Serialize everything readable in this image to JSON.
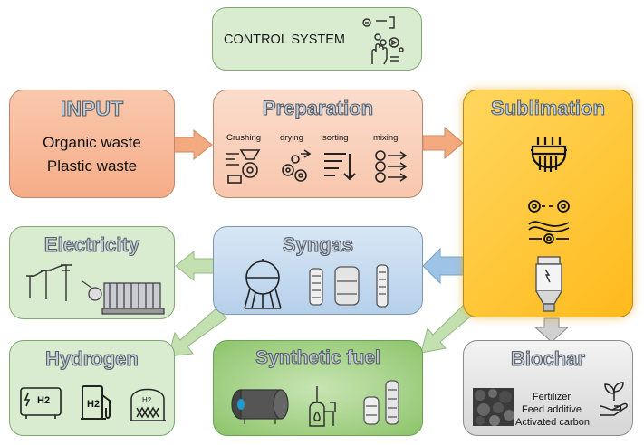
{
  "control": {
    "title": "CONTROL SYSTEM"
  },
  "input": {
    "title": "INPUT",
    "items": [
      "Organic waste",
      "Plastic waste"
    ]
  },
  "preparation": {
    "title": "Preparation",
    "steps": [
      "Crushing",
      "drying",
      "sorting",
      "mixing"
    ]
  },
  "sublimation": {
    "title": "Sublimation"
  },
  "syngas": {
    "title": "Syngas"
  },
  "electricity": {
    "title": "Electricity"
  },
  "hydrogen": {
    "title": "Hydrogen",
    "h2_label": "H2",
    "h2_pump_label": "H2"
  },
  "synthetic_fuel": {
    "title": "Synthetic fuel"
  },
  "biochar": {
    "title": "Biochar",
    "uses": [
      "Fertilizer",
      "Feed additive",
      "Activated carbon"
    ]
  },
  "colors": {
    "input": "#f7b999",
    "preparation": "#f9d1bd",
    "sublimation": "#ffc12b",
    "syngas": "#c6dbf0",
    "green_light": "#d9ecd0",
    "green_dark": "#a4d08a",
    "biochar": "#e6e6e6",
    "arrow_orange": "#f4a97e",
    "arrow_blue": "#9dc3e6",
    "arrow_green": "#c3e0b1",
    "arrow_gray": "#d0d0d0"
  }
}
